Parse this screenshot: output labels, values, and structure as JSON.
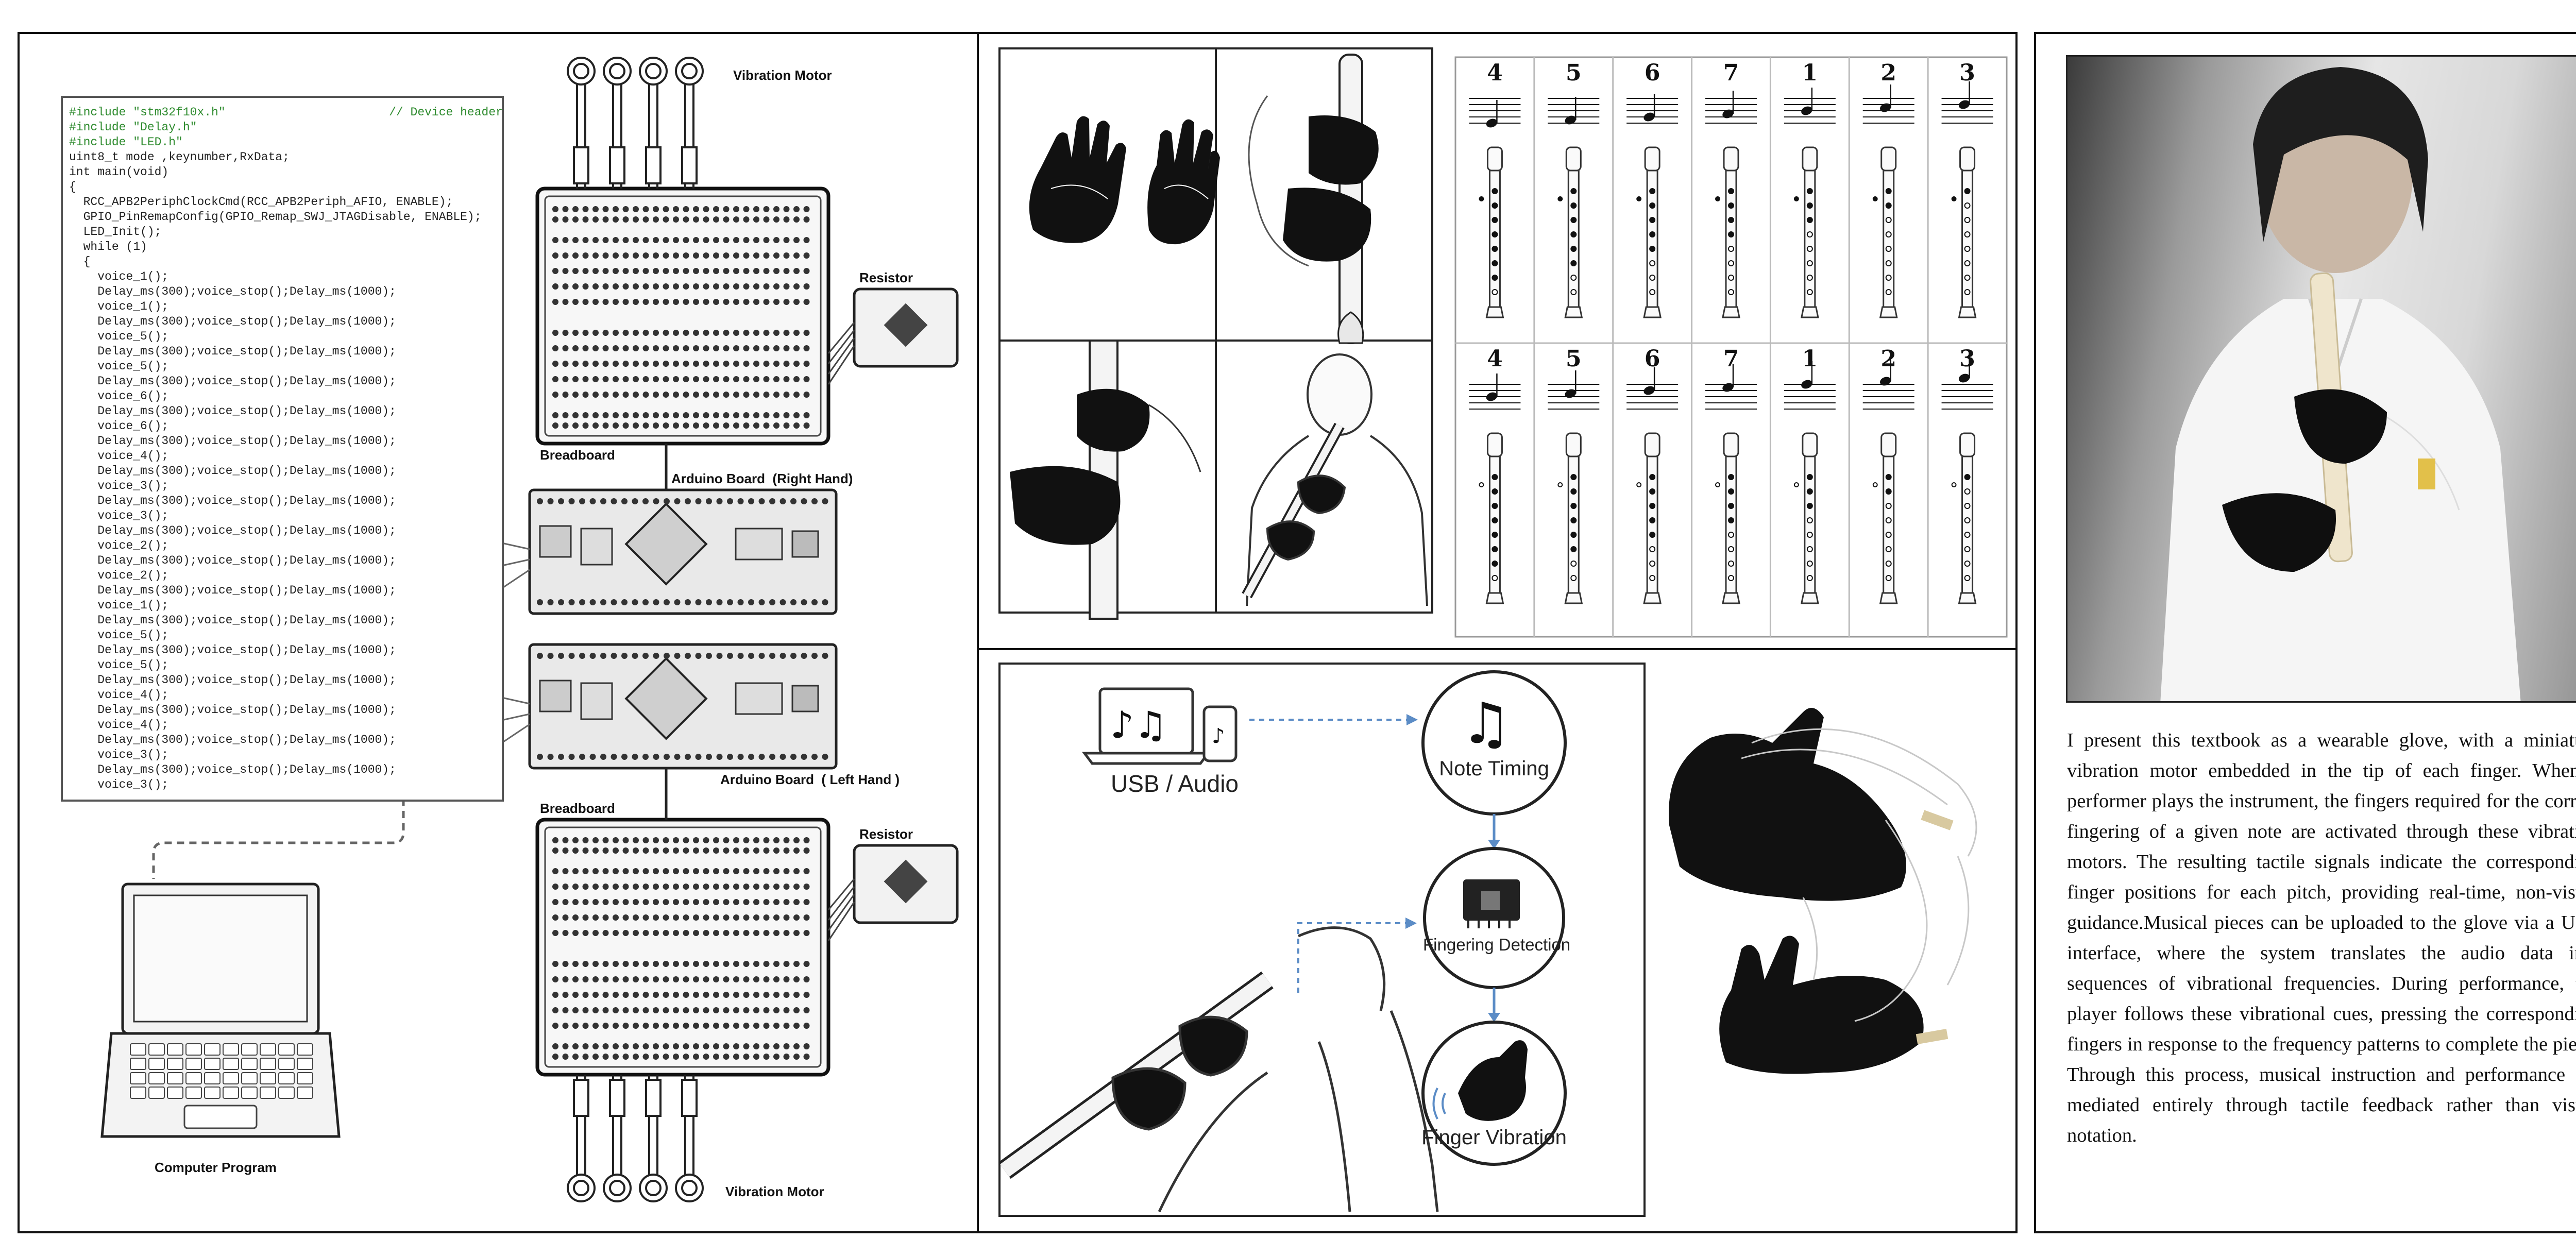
{
  "code": {
    "lines": [
      "#include \"stm32f10x.h\"",
      "#include \"Delay.h\"",
      "#include \"LED.h\"",
      "uint8_t mode ,keynumber,RxData;",
      "int main(void)",
      "{",
      "  RCC_APB2PeriphClockCmd(RCC_APB2Periph_AFIO, ENABLE);",
      "  GPIO_PinRemapConfig(GPIO_Remap_SWJ_JTAGDisable, ENABLE);",
      "  LED_Init();",
      "  while (1)",
      "  {",
      "    voice_1();",
      "    Delay_ms(300);voice_stop();Delay_ms(1000);",
      "    voice_1();",
      "    Delay_ms(300);voice_stop();Delay_ms(1000);",
      "    voice_5();",
      "    Delay_ms(300);voice_stop();Delay_ms(1000);",
      "    voice_5();",
      "    Delay_ms(300);voice_stop();Delay_ms(1000);",
      "    voice_6();",
      "    Delay_ms(300);voice_stop();Delay_ms(1000);",
      "    voice_6();",
      "    Delay_ms(300);voice_stop();Delay_ms(1000);",
      "    voice_4();",
      "    Delay_ms(300);voice_stop();Delay_ms(1000);",
      "    voice_3();",
      "    Delay_ms(300);voice_stop();Delay_ms(1000);",
      "    voice_3();",
      "    Delay_ms(300);voice_stop();Delay_ms(1000);",
      "    voice_2();",
      "    Delay_ms(300);voice_stop();Delay_ms(1000);",
      "    voice_2();",
      "    Delay_ms(300);voice_stop();Delay_ms(1000);",
      "    voice_1();",
      "    Delay_ms(300);voice_stop();Delay_ms(1000);",
      "    voice_5();",
      "    Delay_ms(300);voice_stop();Delay_ms(1000);",
      "    voice_5();",
      "    Delay_ms(300);voice_stop();Delay_ms(1000);",
      "    voice_4();",
      "    Delay_ms(300);voice_stop();Delay_ms(1000);",
      "    voice_4();",
      "    Delay_ms(300);voice_stop();Delay_ms(1000);",
      "    voice_3();",
      "    Delay_ms(300);voice_stop();Delay_ms(1000);",
      "    voice_3();"
    ],
    "header_comment": "// Device header"
  },
  "circuit": {
    "vibration_motor_top": "Vibration Motor",
    "vibration_motor_bottom": "Vibration Motor",
    "resistor_top": "Resistor",
    "resistor_bottom": "Resistor",
    "breadboard_top": "Breadboard",
    "breadboard_bottom": "Breadboard",
    "arduino_right": "Arduino Board  (Right Hand)",
    "arduino_left": "Arduino Board  ( Left Hand )",
    "computer": "Computer Program"
  },
  "fingering": {
    "row1_notes": [
      "4",
      "5",
      "6",
      "7",
      "1",
      "2",
      "3"
    ],
    "row2_notes": [
      "4",
      "5",
      "6",
      "7",
      "1",
      "2",
      "3"
    ]
  },
  "flow": {
    "usb_label": "USB / Audio",
    "note_timing": "Note Timing",
    "fingering_detection": "Fingering Detection",
    "finger_vibration": "Finger Vibration",
    "accent_color": "#5b8cc6"
  },
  "description": "I present this textbook as a wearable glove, with a miniature vibration motor embedded in the tip of each finger. When a performer plays the instrument, the fingers required for the correct fingering of a given note are activated through these vibration motors. The resulting tactile signals indicate the corresponding finger positions for each pitch, providing real-time, non-visual guidance.Musical pieces can be uploaded to the glove via a USB interface, where the system translates the audio data into sequences of vibrational frequencies. During performance, the player follows these vibrational cues, pressing the corresponding fingers in response to the frequency patterns to complete the piece. Through this process, musical instruction and performance are mediated entirely through tactile feedback rather than visual notation."
}
